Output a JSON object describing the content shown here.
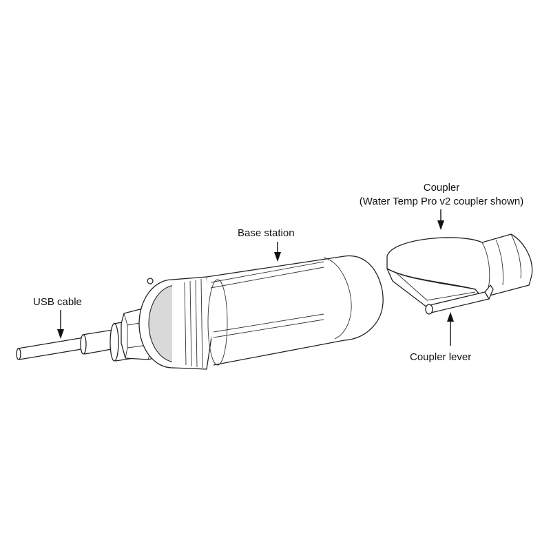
{
  "labels": {
    "usb_cable": "USB cable",
    "base_station": "Base station",
    "coupler_title": "Coupler",
    "coupler_subtitle": "(Water Temp Pro v2 coupler shown)",
    "coupler_lever": "Coupler lever"
  },
  "colors": {
    "line": "#222222",
    "background": "#ffffff"
  }
}
